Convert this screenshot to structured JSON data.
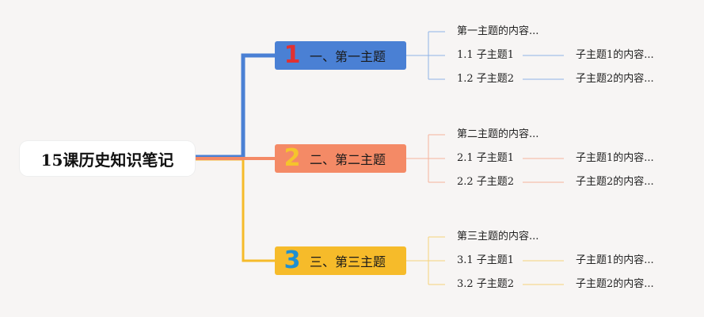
{
  "root": {
    "title": "15课历史知识笔记"
  },
  "branches": [
    {
      "number": "1",
      "label": "一、第一主题",
      "color": "#4a80d4",
      "line_color": "#8fb2e6",
      "number_color": "#e03131",
      "content": "第一主题的内容...",
      "subtopics": [
        {
          "label": "1.1 子主题1",
          "content": "子主题1的内容..."
        },
        {
          "label": "1.2 子主题2",
          "content": "子主题2的内容..."
        }
      ]
    },
    {
      "number": "2",
      "label": "二、第二主题",
      "color": "#f48a66",
      "line_color": "#f6b39c",
      "number_color": "#f5c42c",
      "content": "第二主题的内容...",
      "subtopics": [
        {
          "label": "2.1 子主题1",
          "content": "子主题1的内容..."
        },
        {
          "label": "2.2 子主题2",
          "content": "子主题2的内容..."
        }
      ]
    },
    {
      "number": "3",
      "label": "三、第三主题",
      "color": "#f6bb2a",
      "line_color": "#f6d27a",
      "number_color": "#1f8fd1",
      "content": "第三主题的内容...",
      "subtopics": [
        {
          "label": "3.1 子主题1",
          "content": "子主题1的内容..."
        },
        {
          "label": "3.2 子主题2",
          "content": "子主题2的内容..."
        }
      ]
    }
  ]
}
